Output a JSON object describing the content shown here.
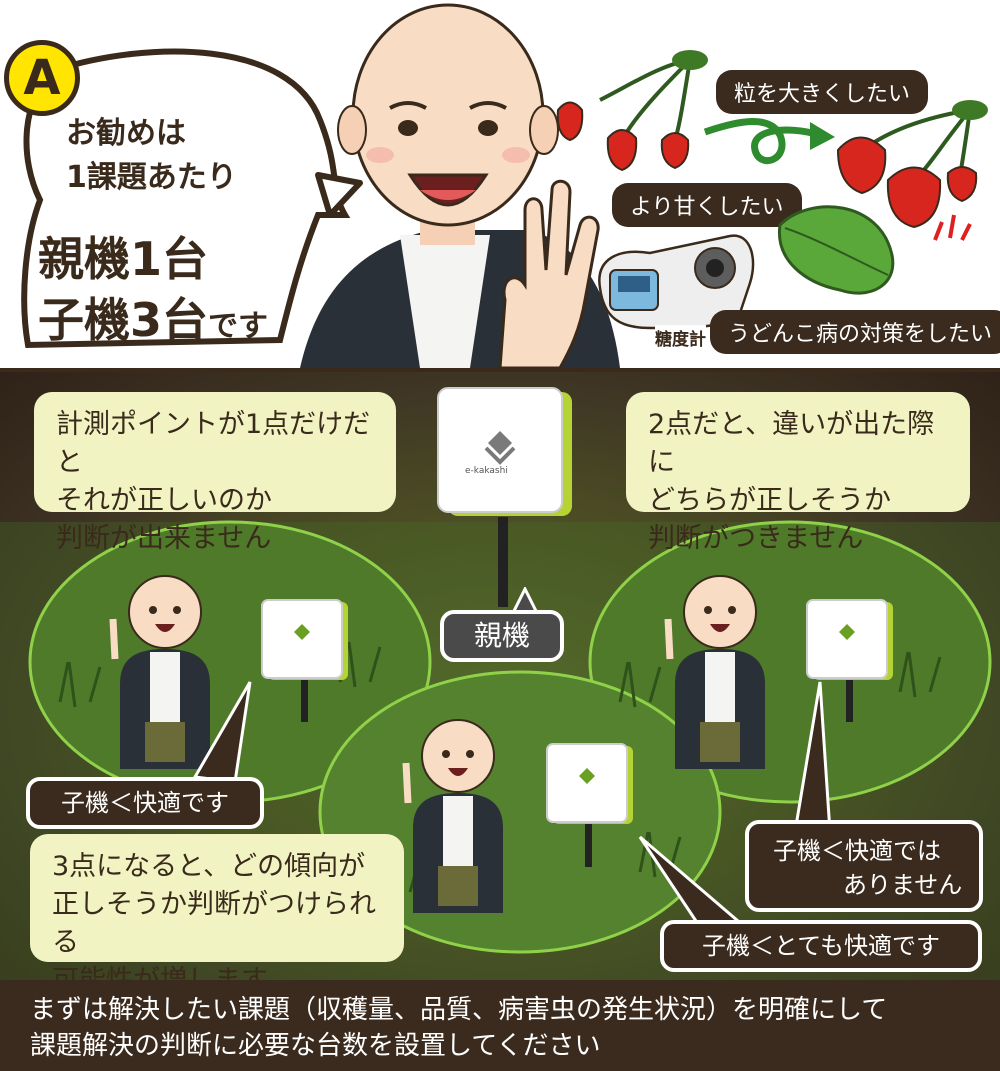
{
  "header": {
    "panel_letter": "A",
    "bubble_line1": "お勧めは",
    "bubble_line2": "1課題あたり",
    "bubble_big_line1": "親機1台",
    "bubble_big_line2": "子機3台",
    "bubble_big_suffix": "です",
    "label_bigger": "粒を大きくしたい",
    "label_sweeter": "より甘くしたい",
    "label_mildew": "うどんこ病の対策をしたい",
    "label_refractometer": "糖度計"
  },
  "field": {
    "callout_one_point": [
      "計測ポイントが1点だけだと",
      "それが正しいのか",
      "判断が出来ません"
    ],
    "callout_two_points": [
      "2点だと、違いが出た際に",
      "どちらが正しそうか",
      "判断がつきません"
    ],
    "callout_three_points": [
      "3点になると、どの傾向が",
      "正しそうか判断がつけられる",
      "可能性が増します"
    ],
    "parent_label": "親機",
    "device_brand": "e-kakashi",
    "child_comfortable": "子機＜快適です",
    "child_not_comfortable": [
      "子機＜快適では",
      "ありません"
    ],
    "child_very_comfortable": "子機＜とても快適です"
  },
  "footer": {
    "line1": "まずは解決したい課題（収穫量、品質、病害虫の発生状況）を明確にして",
    "line2": "課題解決の判断に必要な台数を設置してください"
  },
  "colors": {
    "dark_brown": "#3b2b1e",
    "callout_cream": "#f1f4c2",
    "grass_green": "#4f7a2a",
    "badge_yellow": "#ffe500",
    "device_lime": "#b5d334"
  }
}
